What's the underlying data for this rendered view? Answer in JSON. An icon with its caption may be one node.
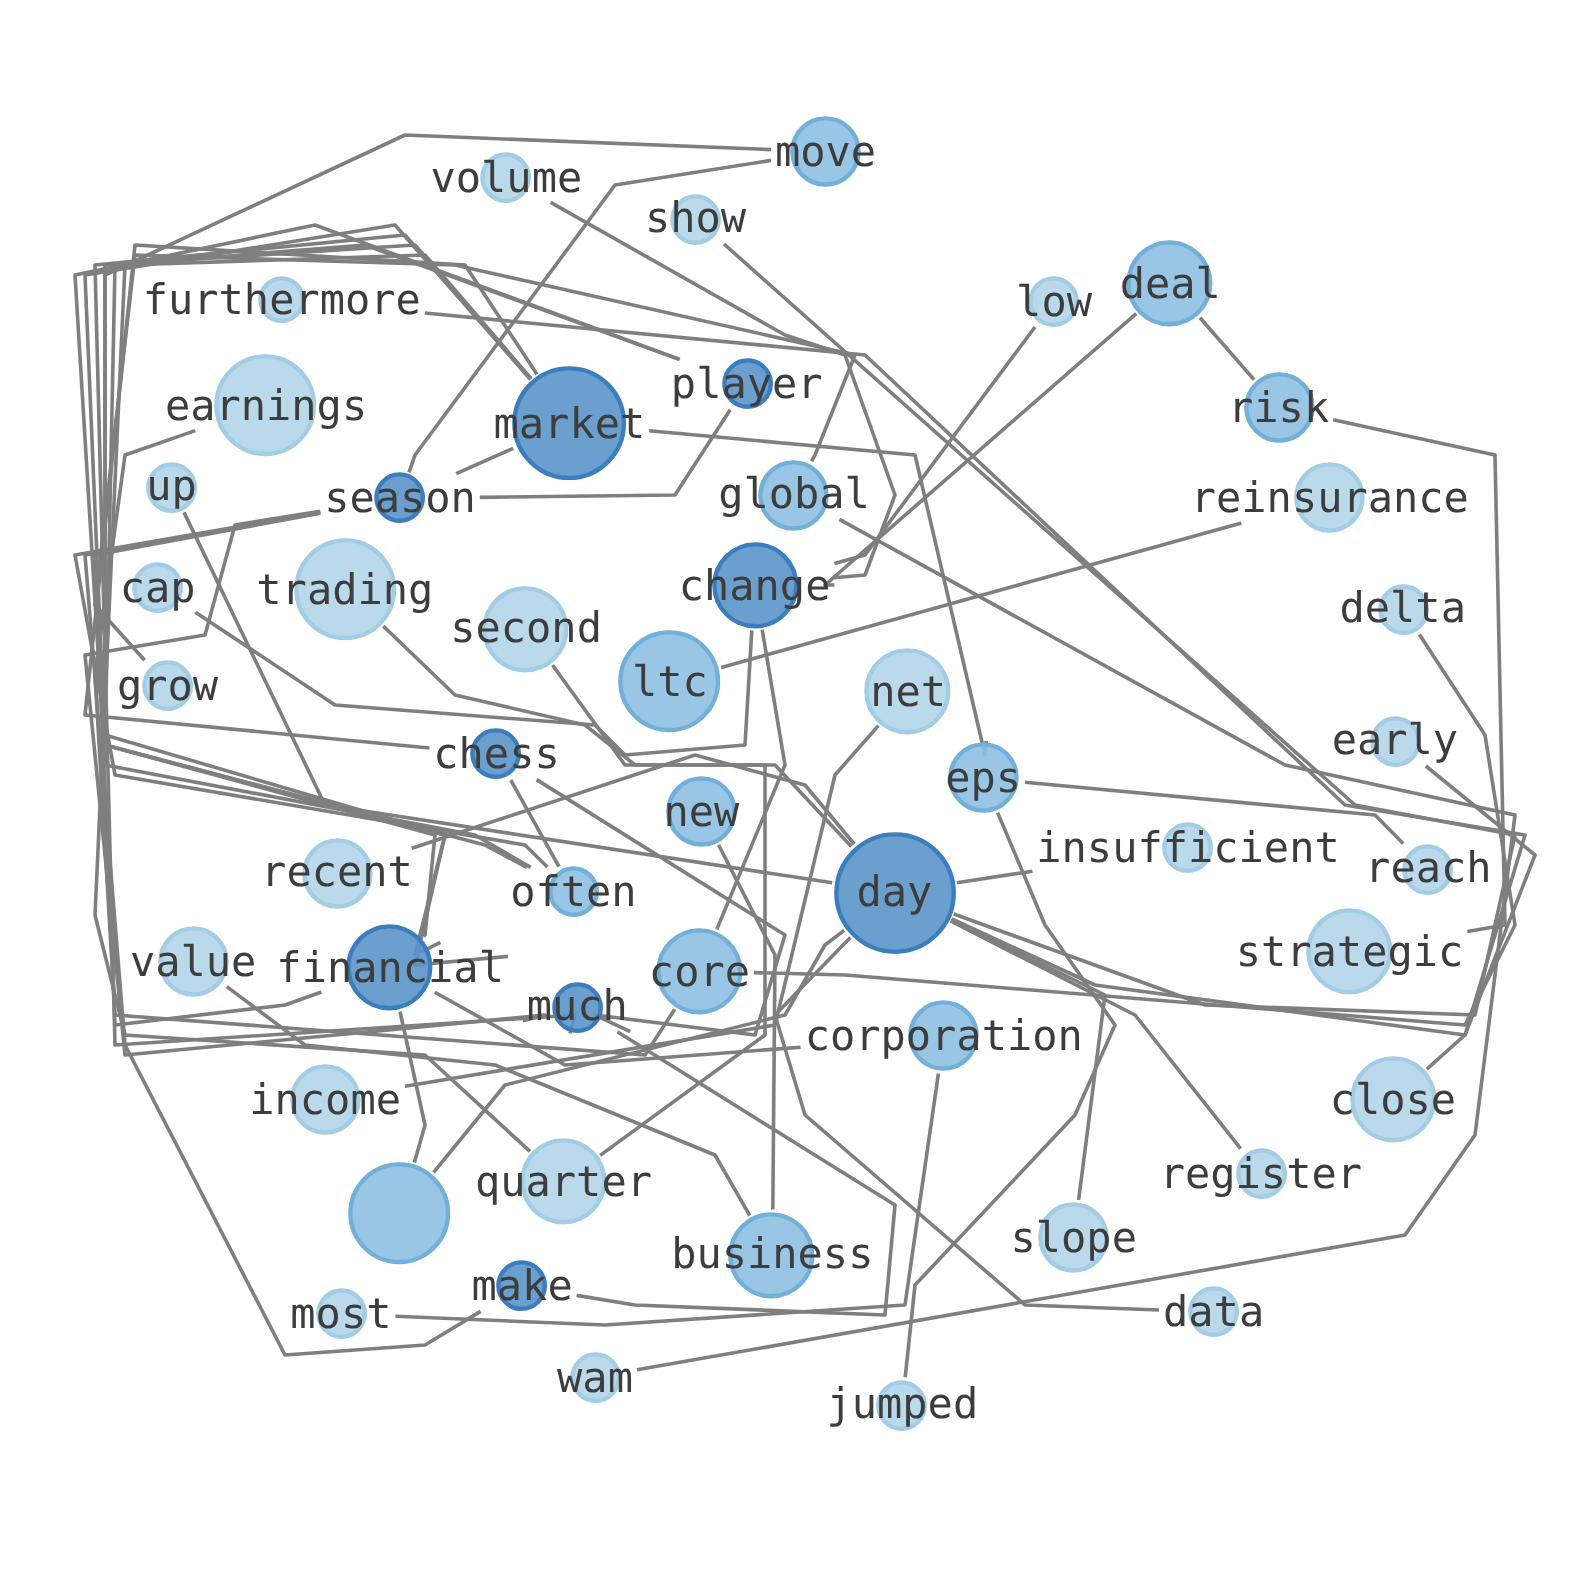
{
  "diagram": {
    "nodes": [
      {
        "text": [
          "move"
        ]
      },
      {
        "text": [
          "volume"
        ]
      },
      {
        "text": [
          "show"
        ]
      },
      {
        "text": [
          "deal"
        ]
      },
      {
        "text": [
          "furthermore"
        ]
      },
      {
        "text": [
          "low"
        ]
      },
      {
        "text": [
          "player"
        ]
      },
      {
        "text": [
          "earnings"
        ]
      },
      {
        "text": [
          "market"
        ]
      },
      {
        "text": [
          "risk"
        ]
      },
      {
        "text": [
          "up"
        ]
      },
      {
        "text": [
          "reinsurance"
        ]
      },
      {
        "text": [
          "season"
        ]
      },
      {
        "text": [
          "global"
        ]
      },
      {
        "text": [
          "trading"
        ]
      },
      {
        "text": [
          "cap"
        ]
      },
      {
        "text": [
          "change"
        ]
      },
      {
        "text": [
          "second"
        ]
      },
      {
        "text": [
          "delta"
        ]
      },
      {
        "text": [
          "ltc"
        ]
      },
      {
        "text": [
          "grow"
        ]
      },
      {
        "text": [
          "net"
        ]
      },
      {
        "text": [
          "early"
        ]
      },
      {
        "text": [
          "chess"
        ]
      },
      {
        "text": [
          "new"
        ]
      },
      {
        "text": [
          "eps"
        ]
      },
      {
        "text": [
          "insufficient"
        ]
      },
      {
        "text": [
          "day"
        ]
      },
      {
        "text": [
          "reach"
        ]
      },
      {
        "text": [
          "recent"
        ]
      },
      {
        "text": [
          "often"
        ]
      },
      {
        "text": [
          "strategic"
        ]
      },
      {
        "text": [
          "financial"
        ]
      },
      {
        "text": [
          "value"
        ]
      },
      {
        "text": [
          "core"
        ]
      },
      {
        "text": [
          "much"
        ]
      },
      {
        "text": [
          "corporation"
        ]
      },
      {
        "text": [
          "income"
        ]
      },
      {
        "text": [
          "close"
        ]
      },
      {
        "text": [
          "register"
        ]
      },
      {
        "text": [
          "quarter"
        ]
      },
      {
        "text": [],
        "shape": "circle"
      },
      {
        "text": [
          "slope"
        ]
      },
      {
        "text": [
          "business"
        ]
      },
      {
        "text": [
          "make"
        ]
      },
      {
        "text": [
          "most"
        ]
      },
      {
        "text": [
          "data"
        ]
      },
      {
        "text": [
          "wam"
        ]
      },
      {
        "text": [
          "jumped"
        ]
      }
    ],
    "edges": [
      {
        "from": 1,
        "to": 16,
        "arrow": "none"
      },
      {
        "from": 2,
        "to": 27,
        "arrow": "none"
      },
      {
        "from": 4,
        "to": 38,
        "arrow": "none"
      },
      {
        "from": 7,
        "to": 34,
        "arrow": "none"
      },
      {
        "from": 10,
        "to": 27,
        "arrow": "none"
      },
      {
        "from": 15,
        "to": 16,
        "arrow": "none"
      },
      {
        "from": 20,
        "to": 13,
        "arrow": "none"
      },
      {
        "from": 14,
        "to": 27,
        "arrow": "none"
      },
      {
        "from": 8,
        "to": 25,
        "arrow": "none"
      },
      {
        "from": 5,
        "to": 16,
        "arrow": "none"
      },
      {
        "from": 3,
        "to": 16,
        "arrow": "none"
      },
      {
        "from": 3,
        "to": 9,
        "arrow": "none"
      },
      {
        "from": 9,
        "to": 31,
        "arrow": "none"
      },
      {
        "from": 11,
        "to": 19,
        "arrow": "none"
      },
      {
        "from": 18,
        "to": 34,
        "arrow": "none"
      },
      {
        "from": 37,
        "to": 21,
        "arrow": "none"
      },
      {
        "from": 22,
        "to": 27,
        "arrow": "none"
      },
      {
        "from": 25,
        "to": 28,
        "arrow": "none"
      },
      {
        "from": 27,
        "to": 26,
        "arrow": "none"
      },
      {
        "from": 32,
        "to": 36,
        "arrow": "none"
      },
      {
        "from": 45,
        "to": 36,
        "arrow": "none"
      },
      {
        "from": 41,
        "to": 27,
        "arrow": "none"
      },
      {
        "from": 27,
        "to": 42,
        "arrow": "none"
      },
      {
        "from": 27,
        "to": 46,
        "arrow": "none"
      },
      {
        "from": 27,
        "to": 39,
        "arrow": "none"
      },
      {
        "from": 25,
        "to": 48,
        "arrow": "none"
      },
      {
        "from": 47,
        "to": 13,
        "arrow": "none"
      },
      {
        "from": 24,
        "to": 43,
        "arrow": "none"
      },
      {
        "from": 33,
        "to": 43,
        "arrow": "none"
      },
      {
        "from": 32,
        "to": 41,
        "arrow": "none"
      },
      {
        "from": 29,
        "to": 27,
        "arrow": "none"
      },
      {
        "from": 17,
        "to": 40,
        "arrow": "none"
      },
      {
        "from": 8,
        "to": 40,
        "arrow": "none"
      },
      {
        "from": 6,
        "to": 32,
        "arrow": "none"
      },
      {
        "from": 0,
        "to": 12,
        "arrow": "none"
      },
      {
        "from": 0,
        "to": 32,
        "arrow": "none"
      },
      {
        "from": 12,
        "to": 8,
        "arrow": "none"
      },
      {
        "from": 12,
        "to": 6,
        "arrow": "none"
      },
      {
        "from": 12,
        "to": 32,
        "arrow": "none"
      },
      {
        "from": 12,
        "to": 44,
        "arrow": "none"
      },
      {
        "from": 12,
        "to": 30,
        "arrow": "none"
      },
      {
        "from": 12,
        "to": 35,
        "arrow": "none"
      },
      {
        "from": 23,
        "to": 8,
        "arrow": "none"
      },
      {
        "from": 23,
        "to": 30,
        "arrow": "none"
      },
      {
        "from": 23,
        "to": 35,
        "arrow": "none"
      },
      {
        "from": 8,
        "to": 30,
        "arrow": "none"
      },
      {
        "from": 8,
        "to": 35,
        "arrow": "none"
      },
      {
        "from": 8,
        "to": 32,
        "arrow": "none"
      },
      {
        "from": 6,
        "to": 30,
        "arrow": "none"
      },
      {
        "from": 35,
        "to": 44,
        "arrow": "none"
      },
      {
        "from": 34,
        "to": 16,
        "arrow": "none"
      }
    ]
  }
}
